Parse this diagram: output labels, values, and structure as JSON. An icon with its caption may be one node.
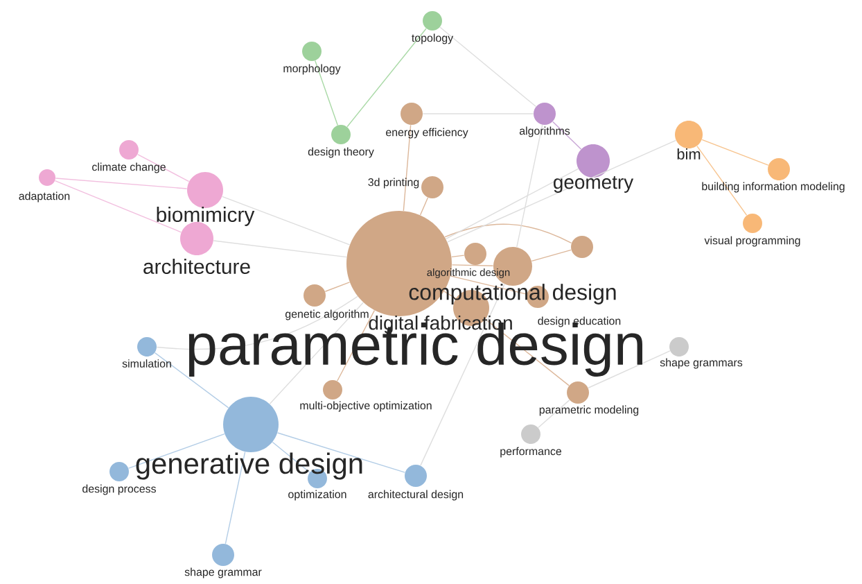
{
  "diagram": {
    "nodes": [
      {
        "text": [
          "parametric design"
        ]
      },
      {
        "text": [
          "computational design"
        ]
      },
      {
        "text": [
          "digital fabrication"
        ]
      },
      {
        "text": [
          "algorithmic design"
        ]
      },
      {
        "text": [
          "3d printing"
        ]
      },
      {
        "text": [
          "energy efficiency"
        ]
      },
      {
        "text": [
          "genetic algorithm"
        ]
      },
      {
        "text": [
          "design education"
        ]
      },
      {
        "text": [],
        "shape": "circle"
      },
      {
        "text": [
          "parametric modeling"
        ]
      },
      {
        "text": [
          "multi-objective optimization"
        ]
      },
      {
        "text": [
          "biomimicry"
        ]
      },
      {
        "text": [
          "architecture"
        ]
      },
      {
        "text": [
          "climate change"
        ]
      },
      {
        "text": [
          "adaptation"
        ]
      },
      {
        "text": [
          "morphology"
        ]
      },
      {
        "text": [
          "topology"
        ]
      },
      {
        "text": [
          "design theory"
        ]
      },
      {
        "text": [
          "algorithms"
        ]
      },
      {
        "text": [
          "geometry"
        ]
      },
      {
        "text": [
          "bim"
        ]
      },
      {
        "text": [
          "building information modeling"
        ]
      },
      {
        "text": [
          "visual programming"
        ]
      },
      {
        "text": [
          "generative design"
        ]
      },
      {
        "text": [
          "simulation"
        ]
      },
      {
        "text": [
          "design process"
        ]
      },
      {
        "text": [
          "optimization"
        ]
      },
      {
        "text": [
          "architectural design"
        ]
      },
      {
        "text": [
          "shape grammar"
        ]
      },
      {
        "text": [
          "performance"
        ]
      },
      {
        "text": [
          "shape grammars"
        ]
      }
    ],
    "edges": [
      {
        "from": 0,
        "to": 1,
        "arrow": "none",
        "color": "#dcb79a"
      },
      {
        "from": 0,
        "to": 2,
        "arrow": "none",
        "color": "#dcb79a"
      },
      {
        "from": 0,
        "to": 3,
        "arrow": "none",
        "color": "#dcb79a"
      },
      {
        "from": 0,
        "to": 4,
        "arrow": "none",
        "color": "#dcb79a"
      },
      {
        "from": 0,
        "to": 5,
        "arrow": "none",
        "color": "#dcb79a"
      },
      {
        "from": 0,
        "to": 6,
        "arrow": "none",
        "color": "#dcb79a"
      },
      {
        "from": 0,
        "to": 7,
        "arrow": "none",
        "color": "#dcb79a"
      },
      {
        "from": 0,
        "to": 8,
        "arrow": "none",
        "color": "#dcb79a"
      },
      {
        "from": 1,
        "to": 8,
        "arrow": "none",
        "color": "#dcb79a"
      },
      {
        "from": 2,
        "to": 9,
        "arrow": "none",
        "color": "#dcb79a"
      },
      {
        "from": 0,
        "to": 10,
        "arrow": "none",
        "color": "#dcb79a"
      },
      {
        "from": 11,
        "to": 13,
        "arrow": "none",
        "color": "#f2bfdf"
      },
      {
        "from": 11,
        "to": 14,
        "arrow": "none",
        "color": "#f2bfdf"
      },
      {
        "from": 12,
        "to": 14,
        "arrow": "none",
        "color": "#f2bfdf"
      },
      {
        "from": 11,
        "to": 0,
        "arrow": "none"
      },
      {
        "from": 12,
        "to": 0,
        "arrow": "none"
      },
      {
        "from": 15,
        "to": 17,
        "arrow": "none",
        "color": "#a9d9a6"
      },
      {
        "from": 17,
        "to": 16,
        "arrow": "none",
        "color": "#a9d9a6"
      },
      {
        "from": 16,
        "to": 18,
        "arrow": "none"
      },
      {
        "from": 18,
        "to": 5,
        "arrow": "none"
      },
      {
        "from": 18,
        "to": 19,
        "arrow": "none",
        "color": "#c9a6d6"
      },
      {
        "from": 18,
        "to": 1,
        "arrow": "none"
      },
      {
        "from": 19,
        "to": 0,
        "arrow": "none"
      },
      {
        "from": 20,
        "to": 0,
        "arrow": "none"
      },
      {
        "from": 20,
        "to": 21,
        "arrow": "none",
        "color": "#f7c48f"
      },
      {
        "from": 20,
        "to": 22,
        "arrow": "none",
        "color": "#f7c48f"
      },
      {
        "from": 23,
        "to": 24,
        "arrow": "none",
        "color": "#b3cde6"
      },
      {
        "from": 23,
        "to": 25,
        "arrow": "none",
        "color": "#b3cde6"
      },
      {
        "from": 23,
        "to": 26,
        "arrow": "none",
        "color": "#b3cde6"
      },
      {
        "from": 23,
        "to": 27,
        "arrow": "none",
        "color": "#b3cde6"
      },
      {
        "from": 23,
        "to": 28,
        "arrow": "none",
        "color": "#b3cde6"
      },
      {
        "from": 23,
        "to": 0,
        "arrow": "none"
      },
      {
        "from": 9,
        "to": 29,
        "arrow": "none"
      },
      {
        "from": 27,
        "to": 1,
        "arrow": "none"
      },
      {
        "from": 24,
        "to": 0,
        "arrow": "none"
      },
      {
        "from": 9,
        "to": 30,
        "arrow": "none"
      }
    ]
  }
}
